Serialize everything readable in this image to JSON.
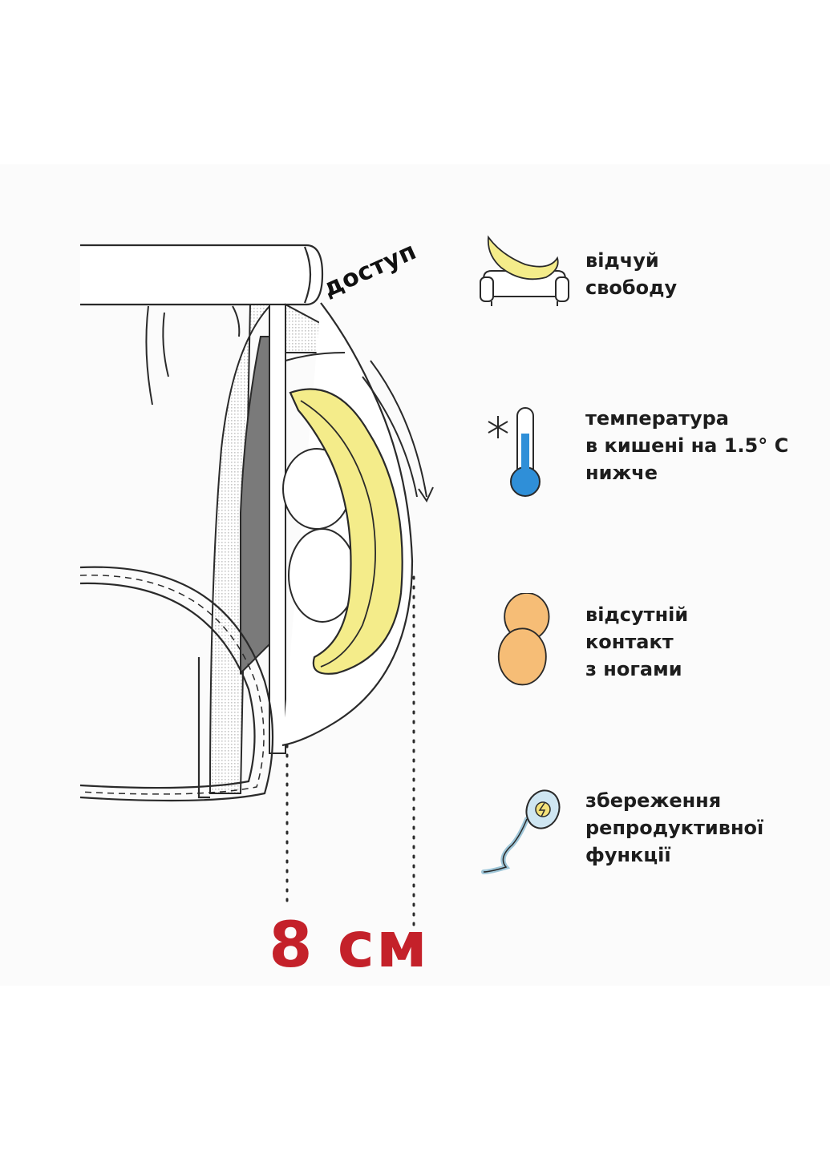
{
  "diagram": {
    "access_label": "доступ",
    "measurement": "8 см"
  },
  "features": [
    {
      "icon": "banana-sofa-icon",
      "lines": [
        "відчуй",
        "свободу"
      ]
    },
    {
      "icon": "thermometer-snowflake-icon",
      "lines": [
        "температура",
        "в кишені на 1.5° С",
        "нижче"
      ]
    },
    {
      "icon": "eggs-icon",
      "lines": [
        "відсутній",
        "контакт",
        "з ногами"
      ]
    },
    {
      "icon": "sperm-icon",
      "lines": [
        "збереження",
        "репродуктивної",
        "функції"
      ]
    }
  ],
  "colors": {
    "banana": "#f4ec8a",
    "measurement": "#c4212a",
    "thermometer": "#2f8fd8",
    "egg": "#f6bd76",
    "sperm": "#cfe6f2"
  }
}
